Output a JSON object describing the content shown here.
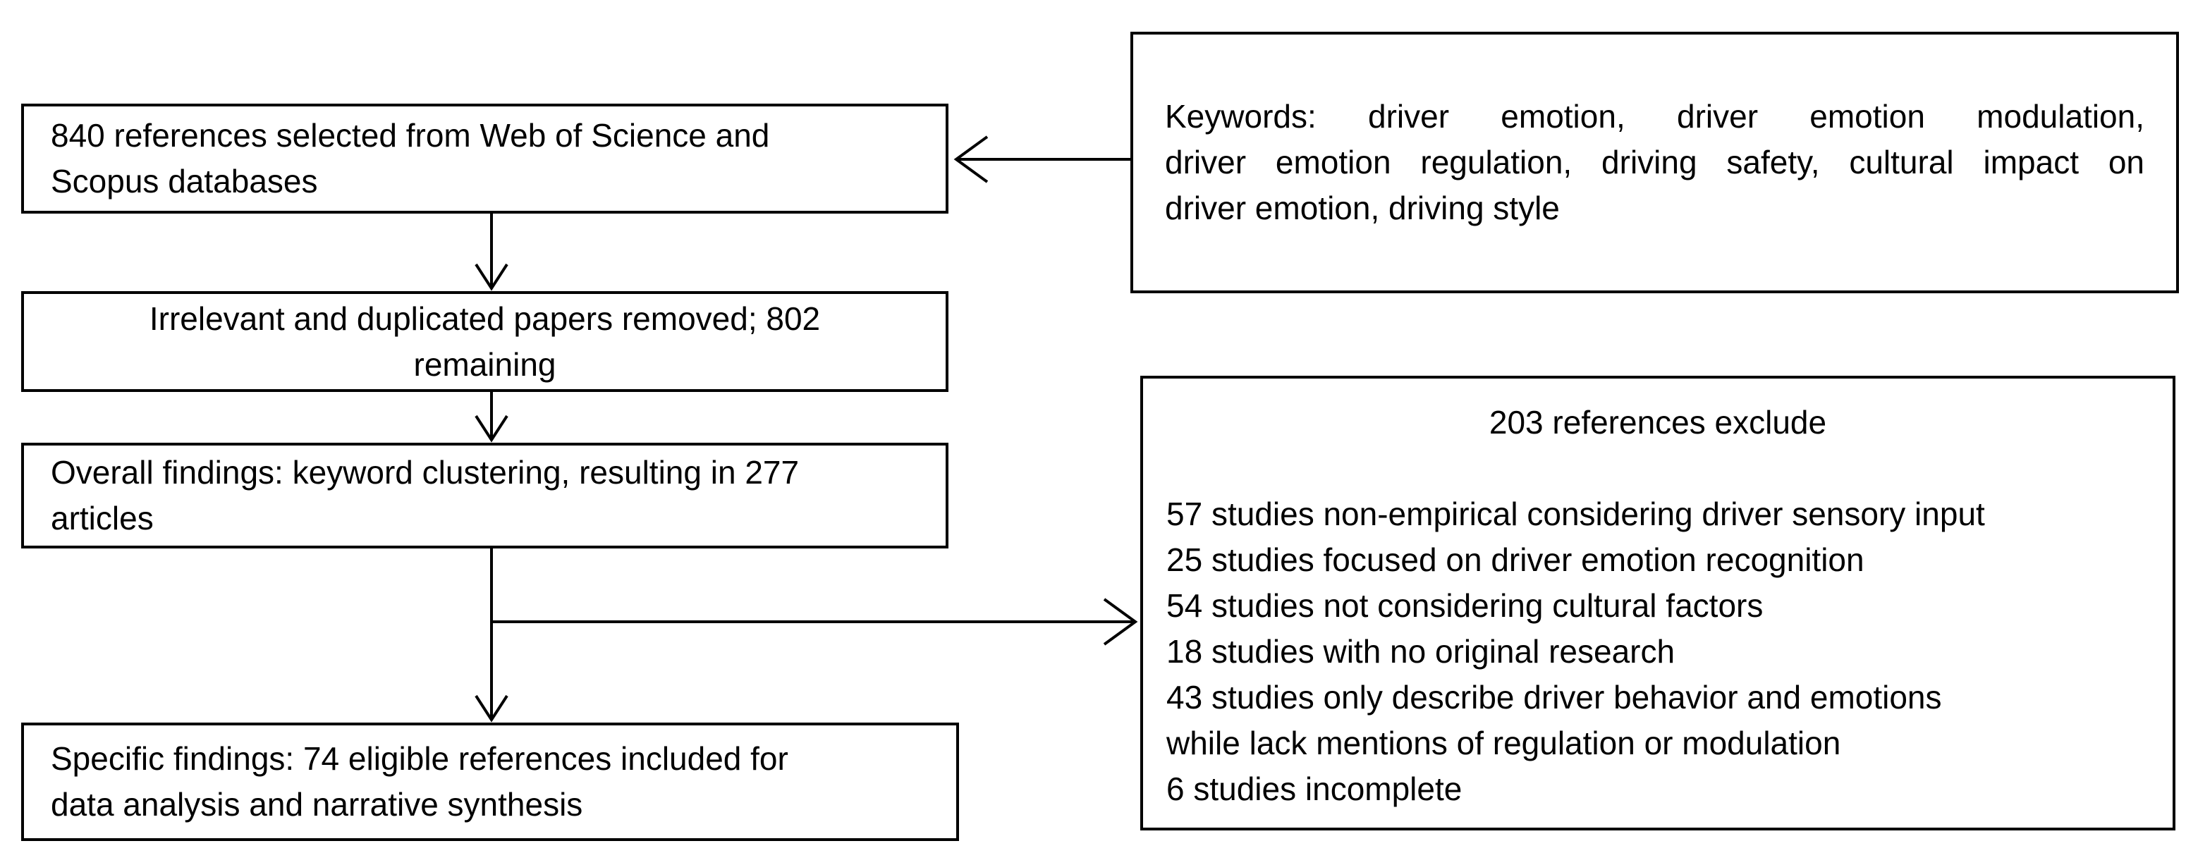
{
  "diagram": {
    "boxes": {
      "selected": {
        "lines": [
          "840 references selected from Web of Science and",
          "Scopus databases"
        ]
      },
      "removed": {
        "lines": [
          "Irrelevant and duplicated papers removed; 802",
          "remaining"
        ]
      },
      "overall": {
        "lines": [
          "Overall findings: keyword clustering, resulting in 277",
          "articles"
        ]
      },
      "specific": {
        "lines": [
          "Specific findings: 74 eligible references included for",
          "data analysis and narrative synthesis"
        ]
      },
      "keywords": {
        "lines": [
          "Keywords: driver emotion, driver emotion modulation,",
          "driver emotion regulation, driving safety, cultural impact on",
          "driver emotion, driving style"
        ]
      },
      "excluded": {
        "title": "203 references exclude",
        "items": [
          "57 studies non-empirical considering driver sensory input",
          "25 studies focused on driver emotion recognition",
          "54 studies not considering cultural factors",
          "18 studies with no original research",
          "43 studies only describe driver behavior and emotions",
          "while lack mentions of regulation or modulation",
          "6 studies incomplete"
        ]
      }
    },
    "colors": {
      "border": "#000000",
      "background": "#ffffff",
      "text": "#000000"
    }
  }
}
